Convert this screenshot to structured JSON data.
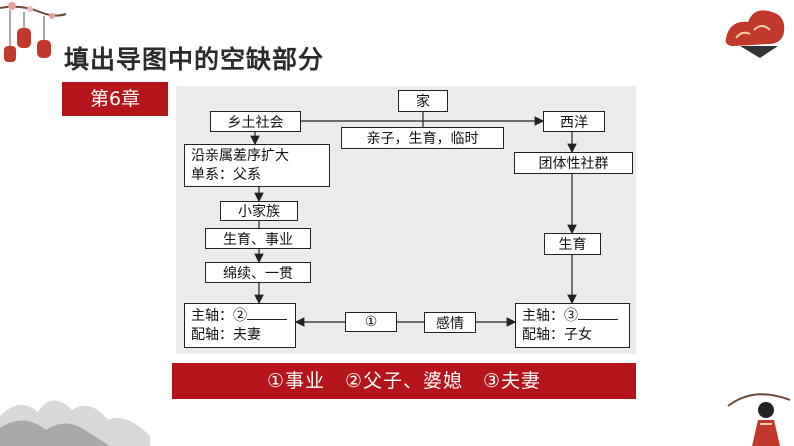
{
  "title": "填出导图中的空缺部分",
  "chapter": "第6章",
  "diagram": {
    "jia": "家",
    "xiangtu": "乡土社会",
    "xiyang": "西洋",
    "qinzi": "亲子，生育，临时",
    "yan_line1": "沿亲属差序扩大",
    "yan_line2": "单系：父系",
    "tuanti": "团体性社群",
    "xiaojiazu": "小家族",
    "shengyu_shiye": "生育、事业",
    "shengyu": "生育",
    "mianxu": "绵续、一贯",
    "left_main": "主轴：②",
    "left_sub": "配轴：夫妻",
    "circle1": "①",
    "ganqing": "感情",
    "right_main": "主轴：③",
    "right_sub": "配轴：子女"
  },
  "answer": "①事业　②父子、婆媳　③夫妻"
}
